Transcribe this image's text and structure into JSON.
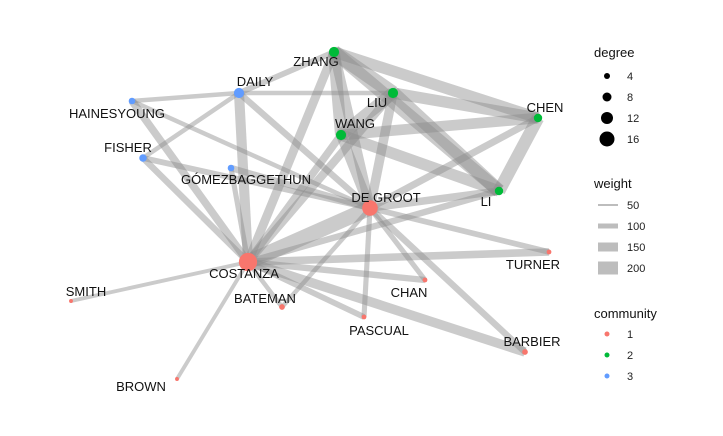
{
  "colors": {
    "community_1": "#F8766D",
    "community_2": "#00BA38",
    "community_3": "#619CFF",
    "edge": "#8c8c8c"
  },
  "legend": {
    "degree": {
      "title": "degree",
      "items": [
        "4",
        "8",
        "12",
        "16"
      ]
    },
    "weight": {
      "title": "weight",
      "items": [
        "50",
        "100",
        "150",
        "200"
      ]
    },
    "community": {
      "title": "community",
      "items": [
        "1",
        "2",
        "3"
      ]
    }
  },
  "chart_data": {
    "type": "network",
    "nodes": [
      {
        "id": "COSTANZA",
        "label": "COSTANZA",
        "community": 1,
        "degree": 17
      },
      {
        "id": "DE GROOT",
        "label": "DE GROOT",
        "community": 1,
        "degree": 14
      },
      {
        "id": "ZHANG",
        "label": "ZHANG",
        "community": 2,
        "degree": 8
      },
      {
        "id": "LIU",
        "label": "LIU",
        "community": 2,
        "degree": 8
      },
      {
        "id": "WANG",
        "label": "WANG",
        "community": 2,
        "degree": 8
      },
      {
        "id": "CHEN",
        "label": "CHEN",
        "community": 2,
        "degree": 6
      },
      {
        "id": "LI",
        "label": "LI",
        "community": 2,
        "degree": 6
      },
      {
        "id": "DAILY",
        "label": "DAILY",
        "community": 3,
        "degree": 8
      },
      {
        "id": "HAINESYOUNG",
        "label": "HAINESYOUNG",
        "community": 3,
        "degree": 4
      },
      {
        "id": "FISHER",
        "label": "FISHER",
        "community": 3,
        "degree": 5
      },
      {
        "id": "GÓMEZBAGGETHUN",
        "label": "GÓMEZBAGGETHUN",
        "community": 3,
        "degree": 4
      },
      {
        "id": "TURNER",
        "label": "TURNER",
        "community": 1,
        "degree": 2
      },
      {
        "id": "CHAN",
        "label": "CHAN",
        "community": 1,
        "degree": 2
      },
      {
        "id": "BATEMAN",
        "label": "BATEMAN",
        "community": 1,
        "degree": 3
      },
      {
        "id": "PASCUAL",
        "label": "PASCUAL",
        "community": 1,
        "degree": 2
      },
      {
        "id": "BARBIER",
        "label": "BARBIER",
        "community": 1,
        "degree": 3
      },
      {
        "id": "SMITH",
        "label": "SMITH",
        "community": 1,
        "degree": 1
      },
      {
        "id": "BROWN",
        "label": "BROWN",
        "community": 1,
        "degree": 1
      }
    ],
    "edges": [
      {
        "source": "ZHANG",
        "target": "LIU",
        "weight": 220
      },
      {
        "source": "ZHANG",
        "target": "WANG",
        "weight": 180
      },
      {
        "source": "ZHANG",
        "target": "CHEN",
        "weight": 170
      },
      {
        "source": "ZHANG",
        "target": "LI",
        "weight": 200
      },
      {
        "source": "ZHANG",
        "target": "DE GROOT",
        "weight": 150
      },
      {
        "source": "ZHANG",
        "target": "COSTANZA",
        "weight": 130
      },
      {
        "source": "LIU",
        "target": "WANG",
        "weight": 190
      },
      {
        "source": "LIU",
        "target": "CHEN",
        "weight": 170
      },
      {
        "source": "LIU",
        "target": "LI",
        "weight": 210
      },
      {
        "source": "LIU",
        "target": "DE GROOT",
        "weight": 140
      },
      {
        "source": "LIU",
        "target": "COSTANZA",
        "weight": 120
      },
      {
        "source": "WANG",
        "target": "CHEN",
        "weight": 160
      },
      {
        "source": "WANG",
        "target": "LI",
        "weight": 170
      },
      {
        "source": "WANG",
        "target": "DE GROOT",
        "weight": 150
      },
      {
        "source": "WANG",
        "target": "COSTANZA",
        "weight": 110
      },
      {
        "source": "CHEN",
        "target": "LI",
        "weight": 190
      },
      {
        "source": "CHEN",
        "target": "DE GROOT",
        "weight": 100
      },
      {
        "source": "LI",
        "target": "DE GROOT",
        "weight": 110
      },
      {
        "source": "LI",
        "target": "COSTANZA",
        "weight": 90
      },
      {
        "source": "DAILY",
        "target": "ZHANG",
        "weight": 80
      },
      {
        "source": "DAILY",
        "target": "LIU",
        "weight": 60
      },
      {
        "source": "DAILY",
        "target": "DE GROOT",
        "weight": 90
      },
      {
        "source": "DAILY",
        "target": "COSTANZA",
        "weight": 150
      },
      {
        "source": "DAILY",
        "target": "HAINESYOUNG",
        "weight": 60
      },
      {
        "source": "DAILY",
        "target": "FISHER",
        "weight": 60
      },
      {
        "source": "HAINESYOUNG",
        "target": "COSTANZA",
        "weight": 110
      },
      {
        "source": "HAINESYOUNG",
        "target": "DE GROOT",
        "weight": 60
      },
      {
        "source": "FISHER",
        "target": "COSTANZA",
        "weight": 90
      },
      {
        "source": "FISHER",
        "target": "DE GROOT",
        "weight": 80
      },
      {
        "source": "GÓMEZBAGGETHUN",
        "target": "DE GROOT",
        "weight": 90
      },
      {
        "source": "GÓMEZBAGGETHUN",
        "target": "COSTANZA",
        "weight": 70
      },
      {
        "source": "COSTANZA",
        "target": "DE GROOT",
        "weight": 230
      },
      {
        "source": "COSTANZA",
        "target": "TURNER",
        "weight": 110
      },
      {
        "source": "COSTANZA",
        "target": "CHAN",
        "weight": 90
      },
      {
        "source": "COSTANZA",
        "target": "BARBIER",
        "weight": 140
      },
      {
        "source": "COSTANZA",
        "target": "PASCUAL",
        "weight": 80
      },
      {
        "source": "COSTANZA",
        "target": "BATEMAN",
        "weight": 60
      },
      {
        "source": "COSTANZA",
        "target": "SMITH",
        "weight": 50
      },
      {
        "source": "COSTANZA",
        "target": "BROWN",
        "weight": 50
      },
      {
        "source": "DE GROOT",
        "target": "TURNER",
        "weight": 80
      },
      {
        "source": "DE GROOT",
        "target": "CHAN",
        "weight": 70
      },
      {
        "source": "DE GROOT",
        "target": "BARBIER",
        "weight": 90
      },
      {
        "source": "DE GROOT",
        "target": "PASCUAL",
        "weight": 70
      },
      {
        "source": "DE GROOT",
        "target": "BATEMAN",
        "weight": 60
      }
    ]
  }
}
